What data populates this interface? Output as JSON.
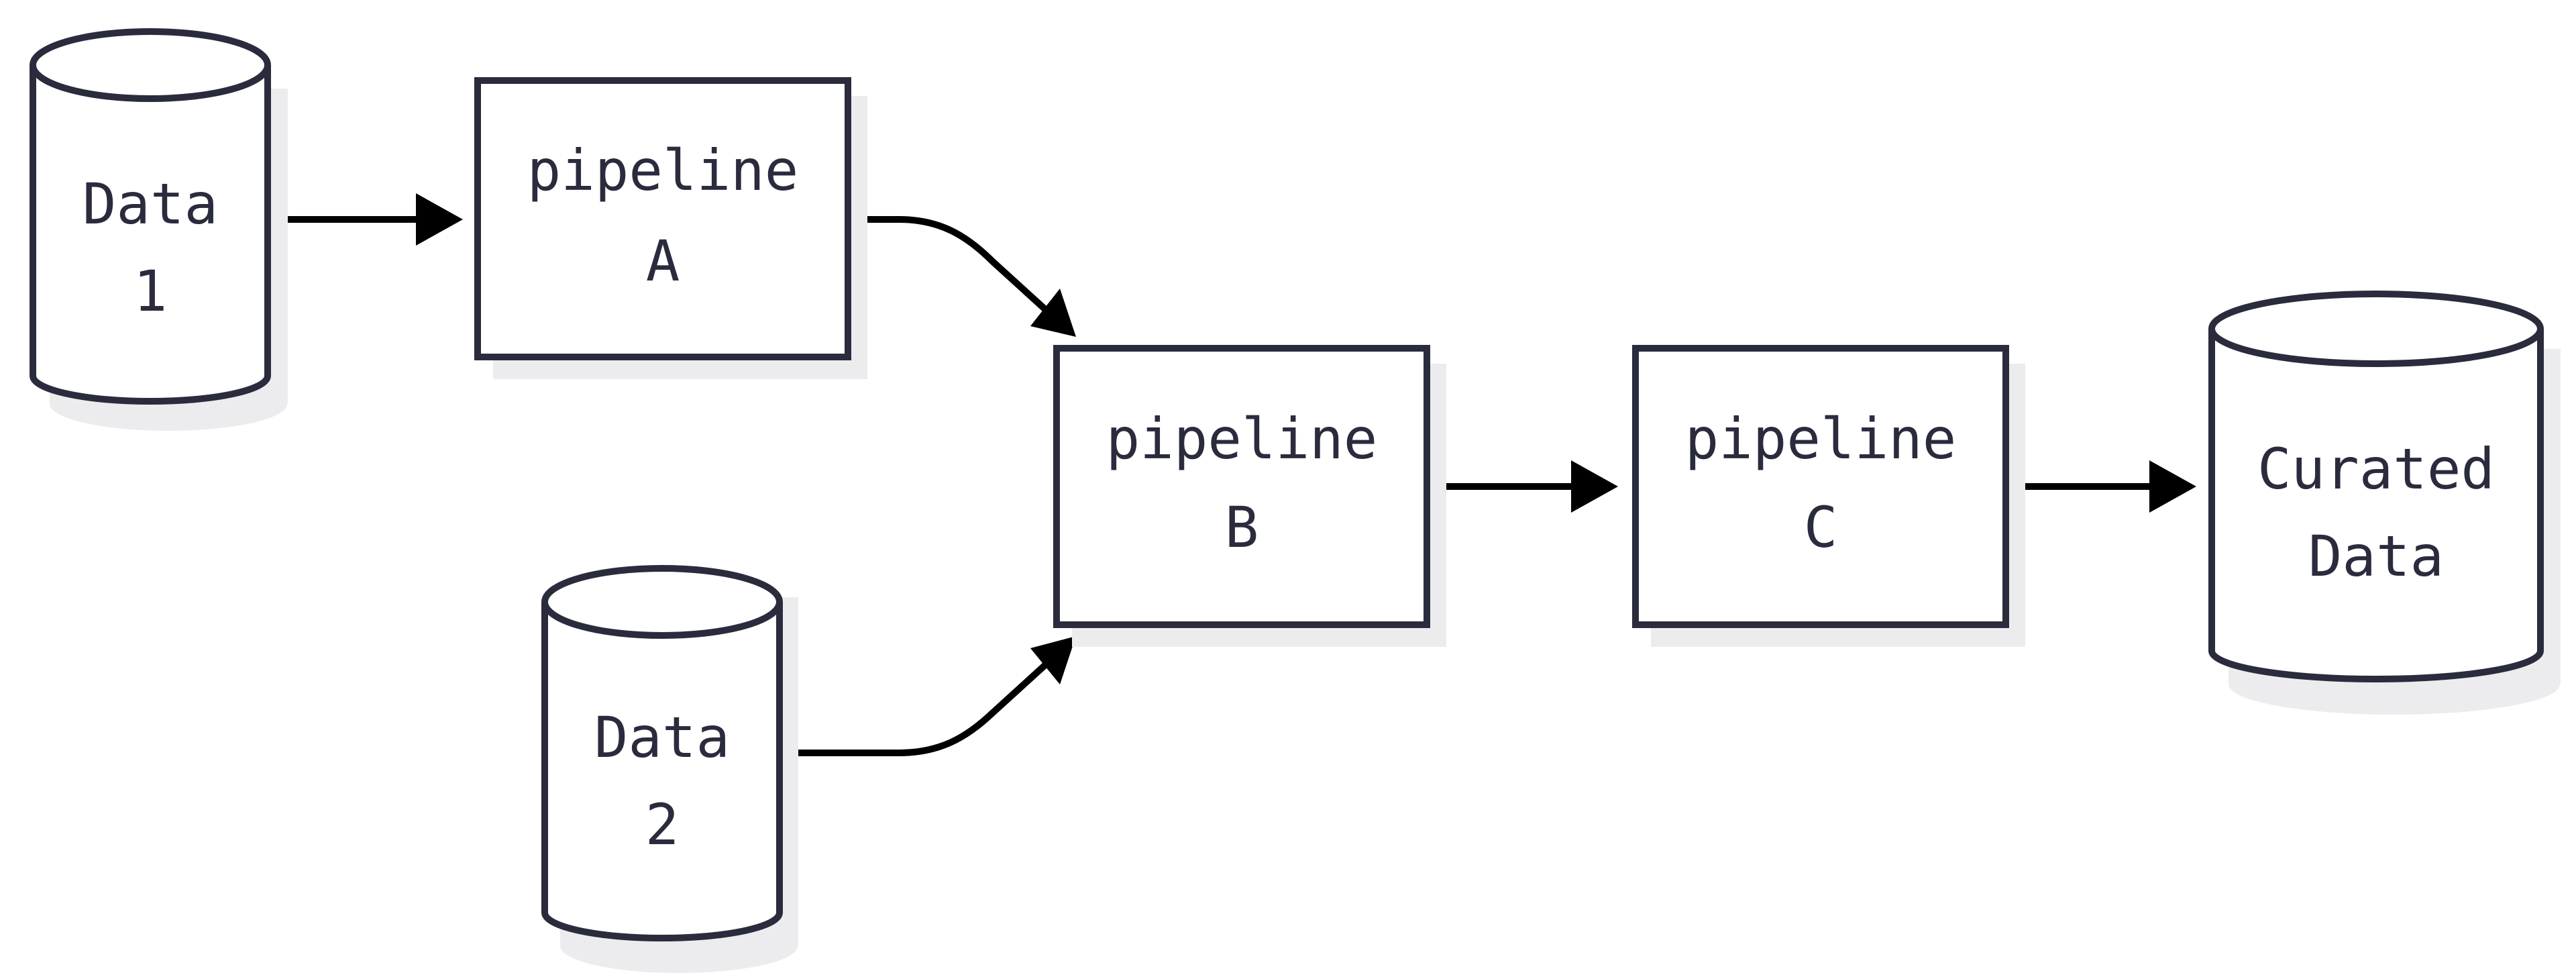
{
  "diagram": {
    "nodes": {
      "data1": {
        "line1": "Data",
        "line2": "1",
        "shape": "cylinder"
      },
      "pipelineA": {
        "line1": "pipeline",
        "line2": "A",
        "shape": "rectangle"
      },
      "data2": {
        "line1": "Data",
        "line2": "2",
        "shape": "cylinder"
      },
      "pipelineB": {
        "line1": "pipeline",
        "line2": "B",
        "shape": "rectangle"
      },
      "pipelineC": {
        "line1": "pipeline",
        "line2": "C",
        "shape": "rectangle"
      },
      "curated": {
        "line1": "Curated",
        "line2": "Data",
        "shape": "cylinder"
      }
    },
    "edges": [
      {
        "from": "data1",
        "to": "pipelineA"
      },
      {
        "from": "pipelineA",
        "to": "pipelineB"
      },
      {
        "from": "data2",
        "to": "pipelineB"
      },
      {
        "from": "pipelineB",
        "to": "pipelineC"
      },
      {
        "from": "pipelineC",
        "to": "curated"
      }
    ],
    "colors": {
      "stroke": "#2a2b3d",
      "text": "#2a2b3d",
      "edge": "#000000",
      "shadow": "#ececef",
      "background": "#ffffff"
    }
  }
}
